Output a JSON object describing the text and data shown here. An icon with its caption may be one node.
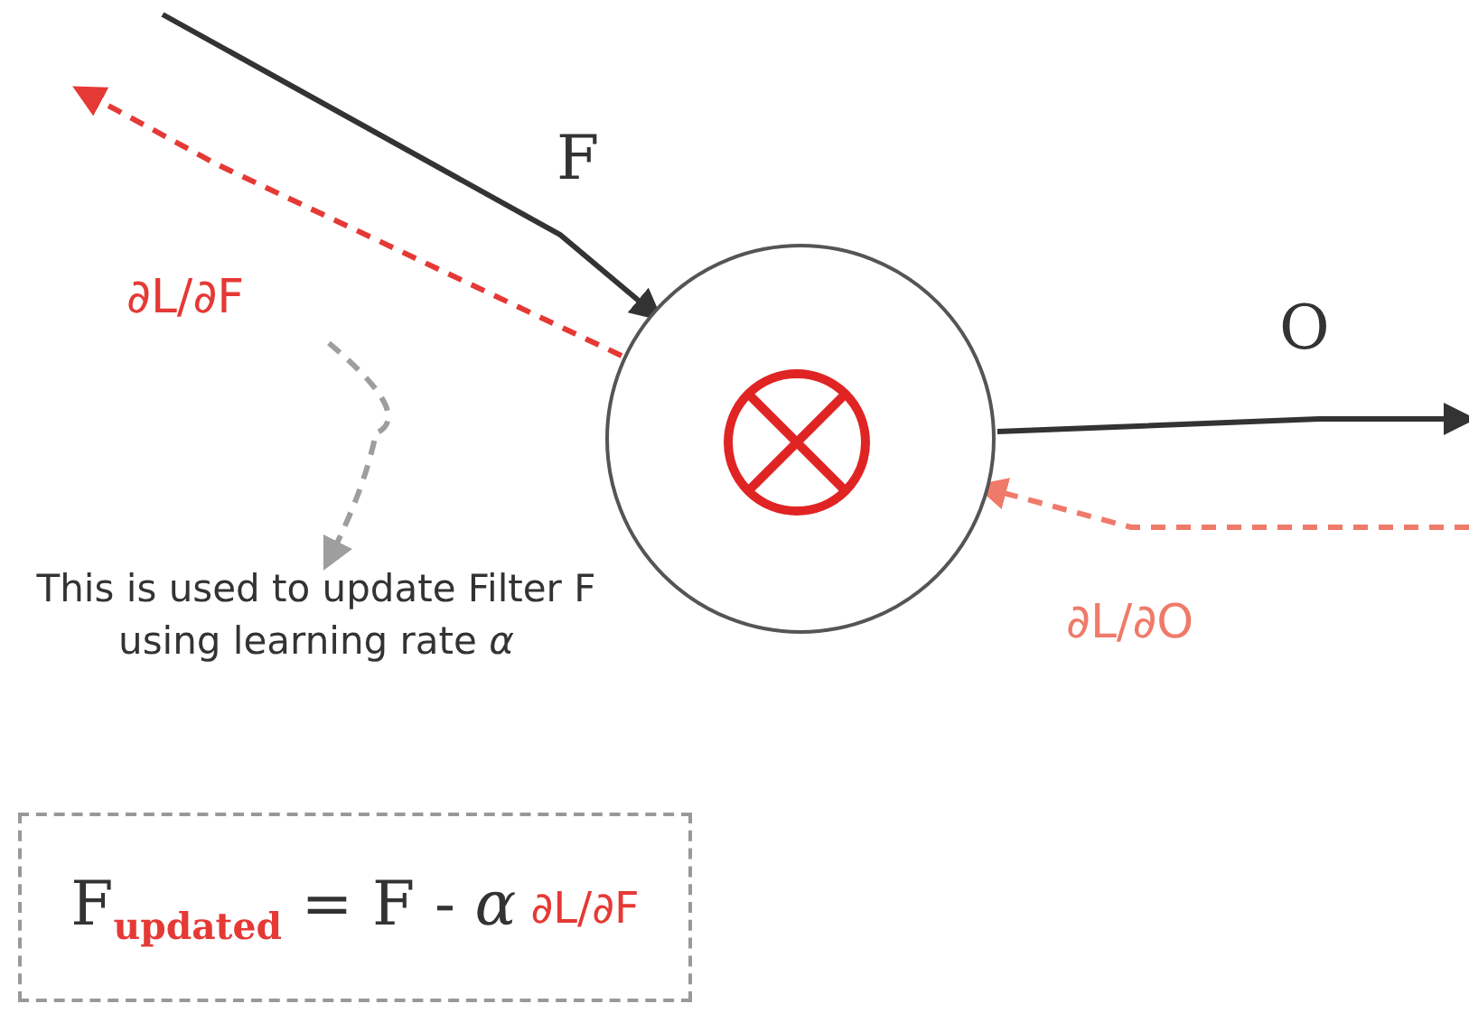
{
  "diagram": {
    "nodes": [
      {
        "text": [],
        "shape": "circle"
      },
      {
        "text": [
          "This is used to update Filter F using learning rate *α*"
        ]
      },
      {
        "text": [
          "F$_{updated}$ = F - *α*",
          "∂L/∂F"
        ]
      }
    ],
    "edges": [
      {
        "from": null,
        "to": 0,
        "arrow": "to",
        "label": "F"
      },
      {
        "from": 0,
        "to": null,
        "arrow": "to",
        "label": "O"
      },
      {
        "from": 0,
        "to": null,
        "arrow": "to",
        "label": "∂L/∂F",
        "style": "dashed",
        "color": "#e53935"
      },
      {
        "from": null,
        "to": 0,
        "arrow": "to",
        "label": "∂L/∂O",
        "style": "dashed",
        "color": "#f07a6a"
      },
      {
        "from": null,
        "to": 1,
        "arrow": "to",
        "style": "dashed",
        "color": "#9e9e9e"
      }
    ]
  }
}
